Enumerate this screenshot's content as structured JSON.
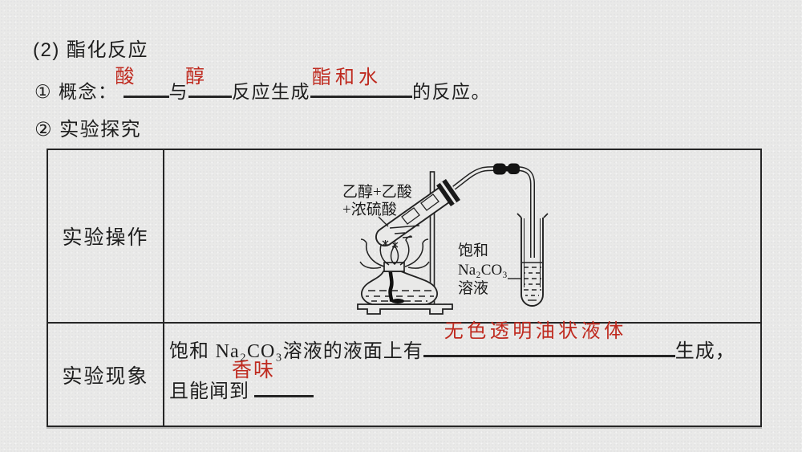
{
  "slide": {
    "section": "(2) 酯化反应",
    "concept": {
      "num_prefix": "① 概念：",
      "answer1": "酸",
      "conj": "与",
      "answer2": "醇",
      "middle": "反应生成",
      "answer3": "酯和水",
      "suffix": "的反应。"
    },
    "heading2": "② 实验探究",
    "table": {
      "row1_label": "实验操作",
      "row2_label": "实验现象",
      "phenomenon": {
        "line1_pre": "饱和 ",
        "line1_formula": "Na₂CO₃",
        "line1_post": "溶液的液面上有",
        "line1_answer": "无色透明油状液体",
        "line1_suffix": "生成，",
        "line2_pre": "且能闻到",
        "line2_answer": "香味"
      }
    },
    "diagram": {
      "reactant_label_line1": "乙醇+乙酸",
      "reactant_label_line2": "+浓硫酸",
      "solution_label_line1": "饱和",
      "solution_label_formula": "Na₂CO₃",
      "solution_label_line3": "溶液"
    },
    "colors": {
      "background": "#e9e9e8",
      "text": "#1e1e1e",
      "answer_red": "#bf2a1f",
      "border": "#262626"
    }
  }
}
